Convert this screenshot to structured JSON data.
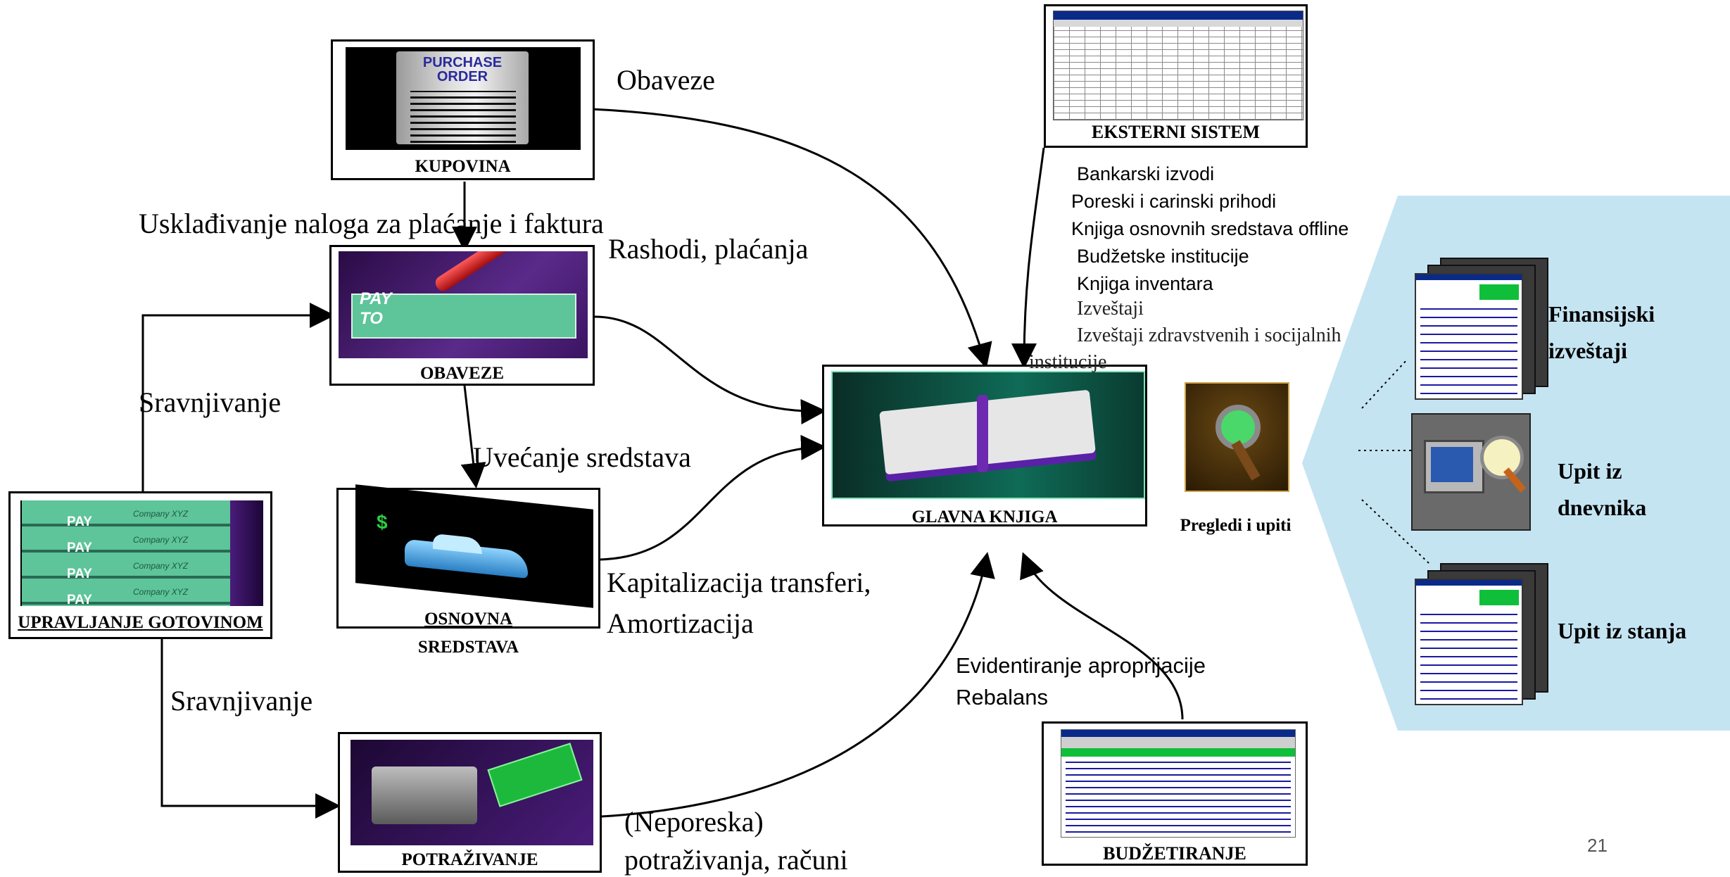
{
  "boxes": {
    "kupovina": "KUPOVINA",
    "obaveze": "OBAVEZE",
    "osnovna_line1": "OSNOVNA",
    "osnovna_line2": "SREDSTAVA",
    "potrazivanje": "POTRAŽIVANJE",
    "upravljanje": "UPRAVLJANJE GOTOVINOM",
    "glavna": "GLAVNA KNJIGA",
    "eksterni": "EKSTERNI SISTEM",
    "budzetiranje": "BUDŽETIRANJE",
    "pregledi": "Pregledi i upiti"
  },
  "image_text": {
    "purchase_order_1": "PURCHASE",
    "purchase_order_2": "ORDER",
    "pay": "PAY",
    "to": "TO",
    "company": "Company XYZ"
  },
  "labels": {
    "obaveze_flow": "Obaveze",
    "uskladjivanje": "Usklađivanje naloga za plaćanje i faktura",
    "rashodi": "Rashodi, plaćanja",
    "sravnjivanje_1": "Sravnjivanje",
    "uvecanje": "Uvećanje sredstava",
    "kapitalizacija_1": "Kapitalizacija transferi,",
    "kapitalizacija_2": "Amortizacija",
    "sravnjivanje_2": "Sravnjivanje",
    "neporeska_1": "(Neporeska)",
    "neporeska_2": "potraživanja, računi",
    "evidentiranje": "Evidentiranje aproprijacije",
    "rebalans": "Rebalans"
  },
  "external_list": [
    "Bankarski izvodi",
    "Poreski i carinski prihodi",
    "Knjiga osnovnih sredstava offline",
    "Budžetske institucije",
    "Knjiga inventara"
  ],
  "external_list_serif": [
    "Izveštaji",
    "Izveštaji zdravstvenih i socijalnih",
    "institucije"
  ],
  "reports": {
    "finansijski_1": "Finansijski",
    "finansijski_2": "izveštaji",
    "upit_dnevnik_1": "Upit iz",
    "upit_dnevnik_2": "dnevnika",
    "upit_stanja": "Upit iz stanja"
  },
  "page_number": "21",
  "colors": {
    "panel_blue": "#c5e4f2",
    "ledger_teal": "#0f6b57",
    "pay_green": "#5ec49a",
    "pay_purple": "#4a1c7a"
  }
}
